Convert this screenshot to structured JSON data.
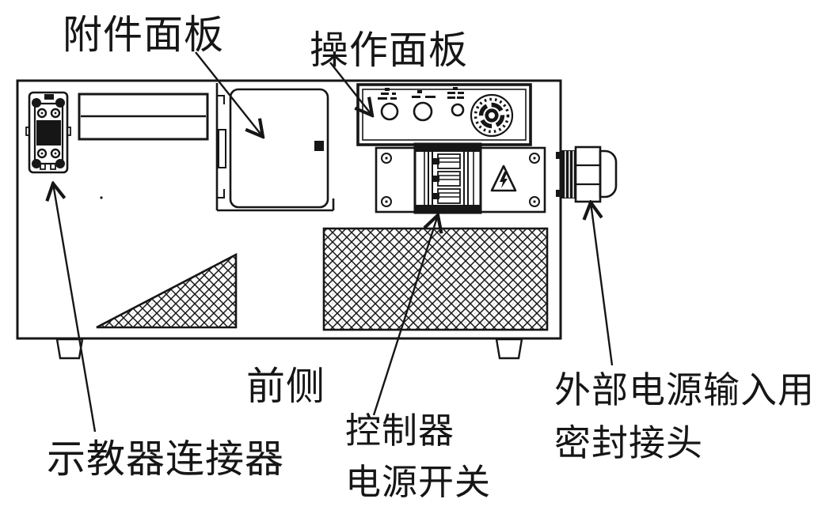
{
  "figure": {
    "kind": "technical line drawing",
    "subject": "robot controller cabinet, front view",
    "background_color": "#ffffff",
    "line_color": "#161616"
  },
  "labels": {
    "accessory_panel": "附件面板",
    "operation_panel": "操作面板",
    "front_side": "前侧",
    "teach_pendant_connector": "示教器连接器",
    "controller_power_switch": {
      "line1": "控制器",
      "line2": "电源开关"
    },
    "external_power_gland": {
      "line1": "外部电源输入用",
      "line2": "密封接头"
    }
  },
  "icons": {
    "warning_triangle": "high-voltage-warning",
    "emergency_stop_knob": "emergency-stop",
    "crosshatch_vents": "ventilation-grille"
  }
}
